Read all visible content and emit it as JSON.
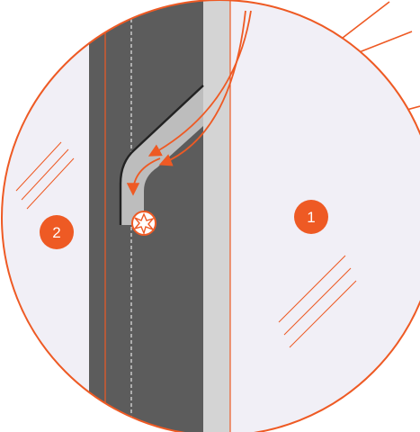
{
  "colors": {
    "accent": "#EE5A24",
    "glass": "#F1EFF6",
    "glass_edge": "#C9C5D6",
    "dark_panel": "#5C5C5C",
    "light_panel": "#D4D4D4",
    "break_fill": "#FFFFFF"
  },
  "icons": {
    "breakage": "star-burst-icon",
    "flow": "arrow-icon"
  },
  "markers": [
    {
      "label": "1",
      "name": "marker-1"
    },
    {
      "label": "2",
      "name": "marker-2"
    }
  ]
}
